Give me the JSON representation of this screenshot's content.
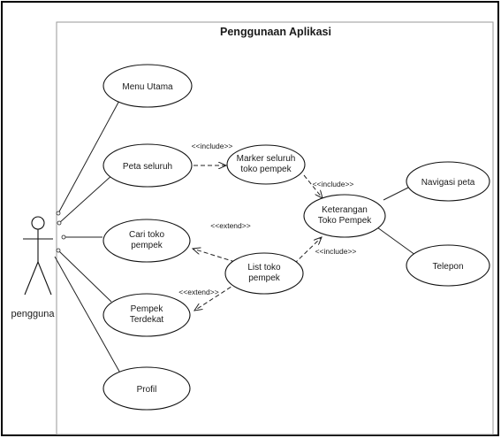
{
  "system_title": "Penggunaan Aplikasi",
  "actor": {
    "name": "pengguna"
  },
  "use_cases": {
    "menu_utama": [
      "Menu Utama"
    ],
    "peta_seluruh": [
      "Peta seluruh"
    ],
    "marker": [
      "Marker seluruh",
      "toko pempek"
    ],
    "keterangan": [
      "Keterangan",
      "Toko Pempek"
    ],
    "navigasi": [
      "Navigasi peta"
    ],
    "cari_toko": [
      "Cari toko",
      "pempek"
    ],
    "list_toko": [
      "List toko",
      "pempek"
    ],
    "telepon": [
      "Telepon"
    ],
    "pempek_terdekat": [
      "Pempek",
      "Terdekat"
    ],
    "profil": [
      "Profil"
    ]
  },
  "relations": {
    "include_1": "<<include>>",
    "include_2": "<<include>>",
    "include_3": "<<include>>",
    "extend_1": "<<extend>>",
    "extend_2": "<<extend>>"
  }
}
